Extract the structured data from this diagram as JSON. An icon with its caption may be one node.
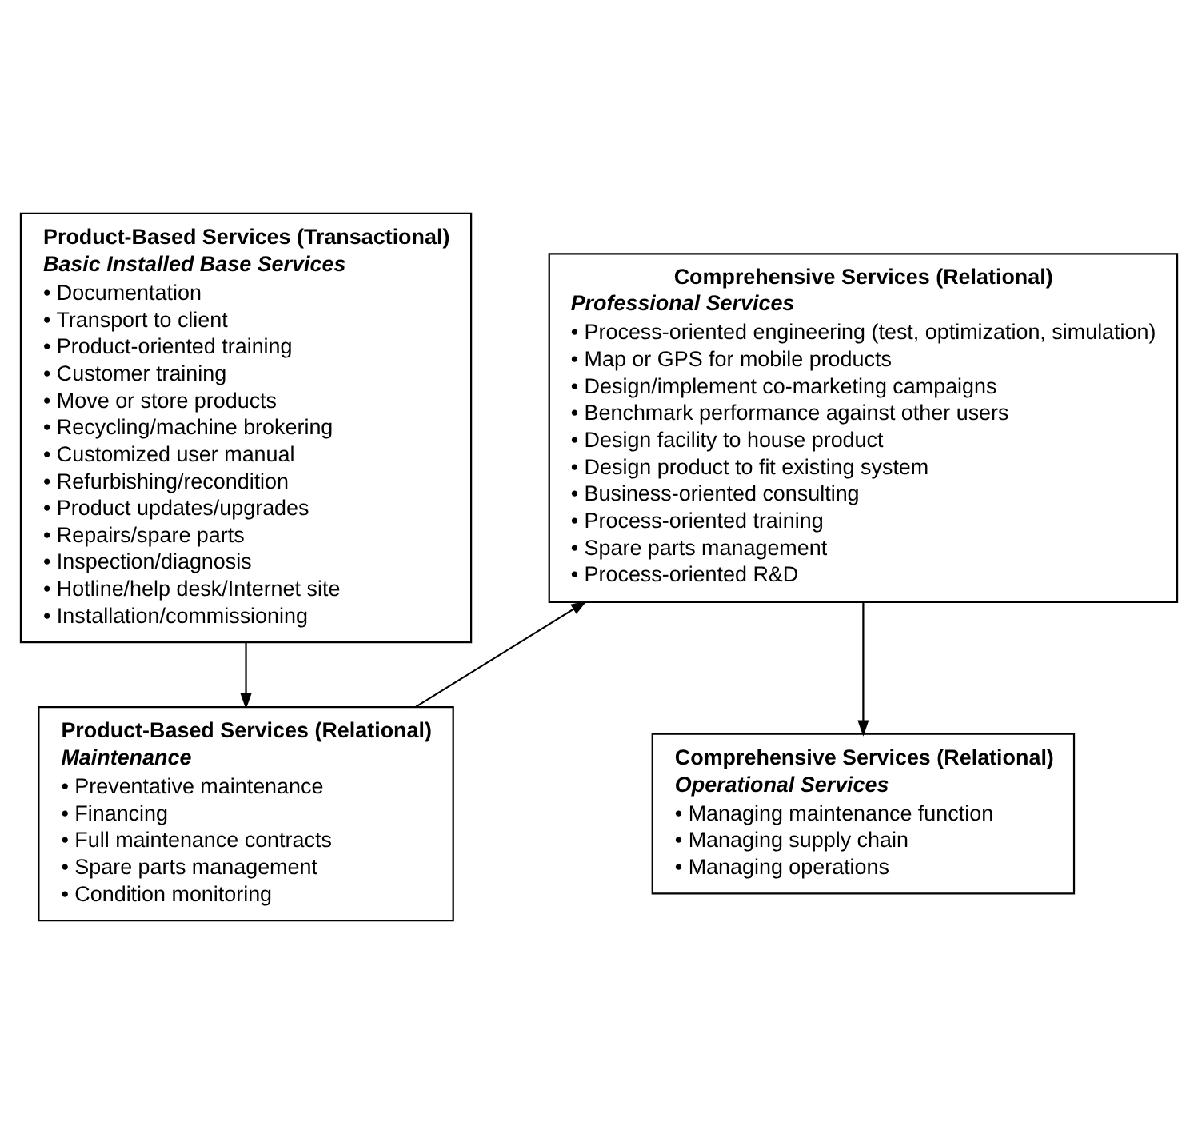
{
  "diagram": {
    "nodes": [
      {
        "text": [
          "Product-Based Services (Transactional)",
          "Basic Installed Base Services",
          "• Documentation",
          "• Transport to client",
          "• Product-oriented training",
          "• Customer training",
          "• Move or store products",
          "• Recycling/machine brokering",
          "• Customized user manual",
          "• Refurbishing/recondition",
          "• Product updates/upgrades",
          "• Repairs/spare parts",
          "• Inspection/diagnosis",
          "• Hotline/help desk/Internet site",
          "• Installation/commissioning"
        ]
      },
      {
        "text": [
          "Product-Based Services (Relational)",
          "Maintenance",
          "• Preventative maintenance",
          "• Financing",
          "• Full maintenance contracts",
          "• Spare parts management",
          "• Condition monitoring"
        ]
      },
      {
        "text": [
          "Comprehensive Services (Relational)",
          "Professional Services",
          "• Process-oriented engineering (test, optimization, simulation)",
          "• Map or GPS for mobile products",
          "• Design/implement co-marketing campaigns",
          "• Benchmark performance against other users",
          "• Design facility to house product",
          "• Design product to fit existing system",
          "• Business-oriented consulting",
          "• Process-oriented training",
          "• Spare parts management",
          "• Process-oriented R&D"
        ]
      },
      {
        "text": [
          "Comprehensive Services (Relational)",
          "Operational Services",
          "• Managing maintenance function",
          "• Managing supply chain",
          "• Managing operations"
        ]
      }
    ],
    "edges": [
      {
        "from": 0,
        "to": 1,
        "arrow": "to"
      },
      {
        "from": 1,
        "to": 2,
        "arrow": "to"
      },
      {
        "from": 2,
        "to": 3,
        "arrow": "to"
      }
    ]
  }
}
